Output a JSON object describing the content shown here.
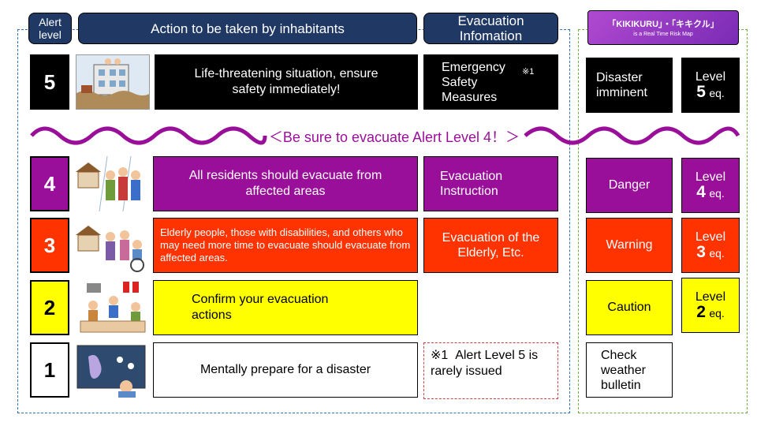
{
  "header": {
    "alert_level": "Alert level",
    "action": "Action to be taken by inhabitants",
    "evacuation_info": "Evacuation Infomation",
    "kikikuru_title": "「KIKIKURU」・「キキクル」",
    "kikikuru_sub": "is a Real Time Risk Map"
  },
  "banner": "＜Be sure to evacuate Alert Level 4！＞",
  "rows": [
    {
      "level": "5",
      "action": "Life-threatening situation, ensure safety immediately!",
      "info": "Emergency Safety Measures",
      "info_mark": "※1",
      "kiki": "Disaster imminent",
      "eq_word": "Level",
      "eq_num": "5",
      "eq_suffix": "eq.",
      "color": "#000000"
    },
    {
      "level": "4",
      "action": "All residents should evacuate from affected areas",
      "info": "Evacuation Instruction",
      "kiki": "Danger",
      "eq_word": "Level",
      "eq_num": "4",
      "eq_suffix": "eq.",
      "color": "#9a0f9a"
    },
    {
      "level": "3",
      "action": "Elderly people, those with disabilities, and others who may need more time to evacuate should evacuate from affected areas.",
      "info": "Evacuation of the Elderly, Etc.",
      "kiki": "Warning",
      "eq_word": "Level",
      "eq_num": "3",
      "eq_suffix": "eq.",
      "color": "#ff3300"
    },
    {
      "level": "2",
      "action": "Confirm your evacuation actions",
      "kiki": "Caution",
      "eq_word": "Level",
      "eq_num": "2",
      "eq_suffix": "eq.",
      "color": "#ffff00"
    },
    {
      "level": "1",
      "action": "Mentally prepare for a disaster",
      "kiki": "Check weather bulletin",
      "color": "#ffffff"
    }
  ],
  "note": {
    "mark": "※1",
    "text": "Alert Level 5 is rarely issued"
  }
}
